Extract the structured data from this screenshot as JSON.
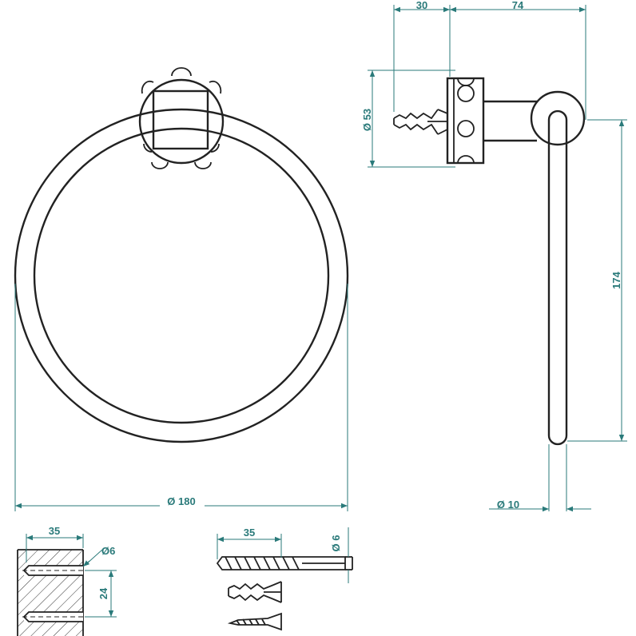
{
  "colors": {
    "dimension": "#2a7a7a",
    "object": "#222222",
    "background": "#ffffff"
  },
  "dimensions": {
    "ring_diameter": "Ø 180",
    "wall_plate_diameter": "Ø 53",
    "projection_base": "30",
    "projection_total": "74",
    "ring_drop": "174",
    "rod_diameter": "Ø 10",
    "hole_depth": "35",
    "hole_diameter": "Ø6",
    "hole_spacing": "24",
    "drill_length": "35",
    "drill_diameter": "Ø 6"
  }
}
